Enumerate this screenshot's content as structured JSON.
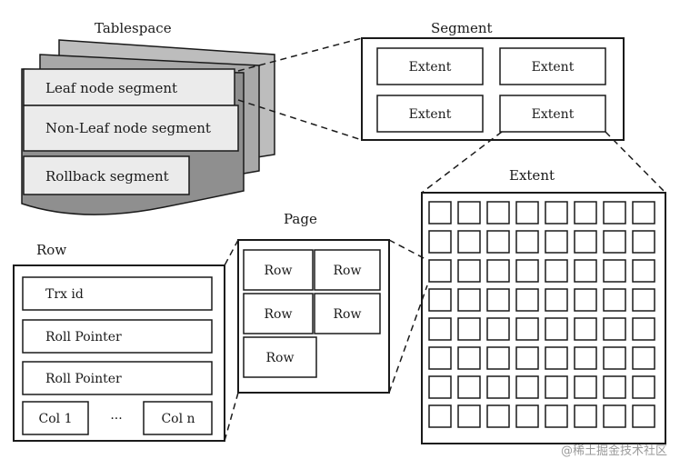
{
  "tablespace": {
    "title": "Tablespace",
    "segments": [
      "Leaf node segment",
      "Non-Leaf node segment",
      "Rollback segment"
    ]
  },
  "segment": {
    "title": "Segment",
    "extents": [
      "Extent",
      "Extent",
      "Extent",
      "Extent"
    ]
  },
  "extent": {
    "title": "Extent",
    "grid_rows": 8,
    "grid_cols": 8
  },
  "page": {
    "title": "Page",
    "rows": [
      "Row",
      "Row",
      "Row",
      "Row",
      "Row"
    ]
  },
  "row": {
    "title": "Row",
    "fields": [
      "Trx id",
      "Roll Pointer",
      "Roll Pointer"
    ],
    "col_first": "Col 1",
    "col_ellipsis": "···",
    "col_last": "Col n"
  },
  "watermark": "@稀土掘金技术社区"
}
